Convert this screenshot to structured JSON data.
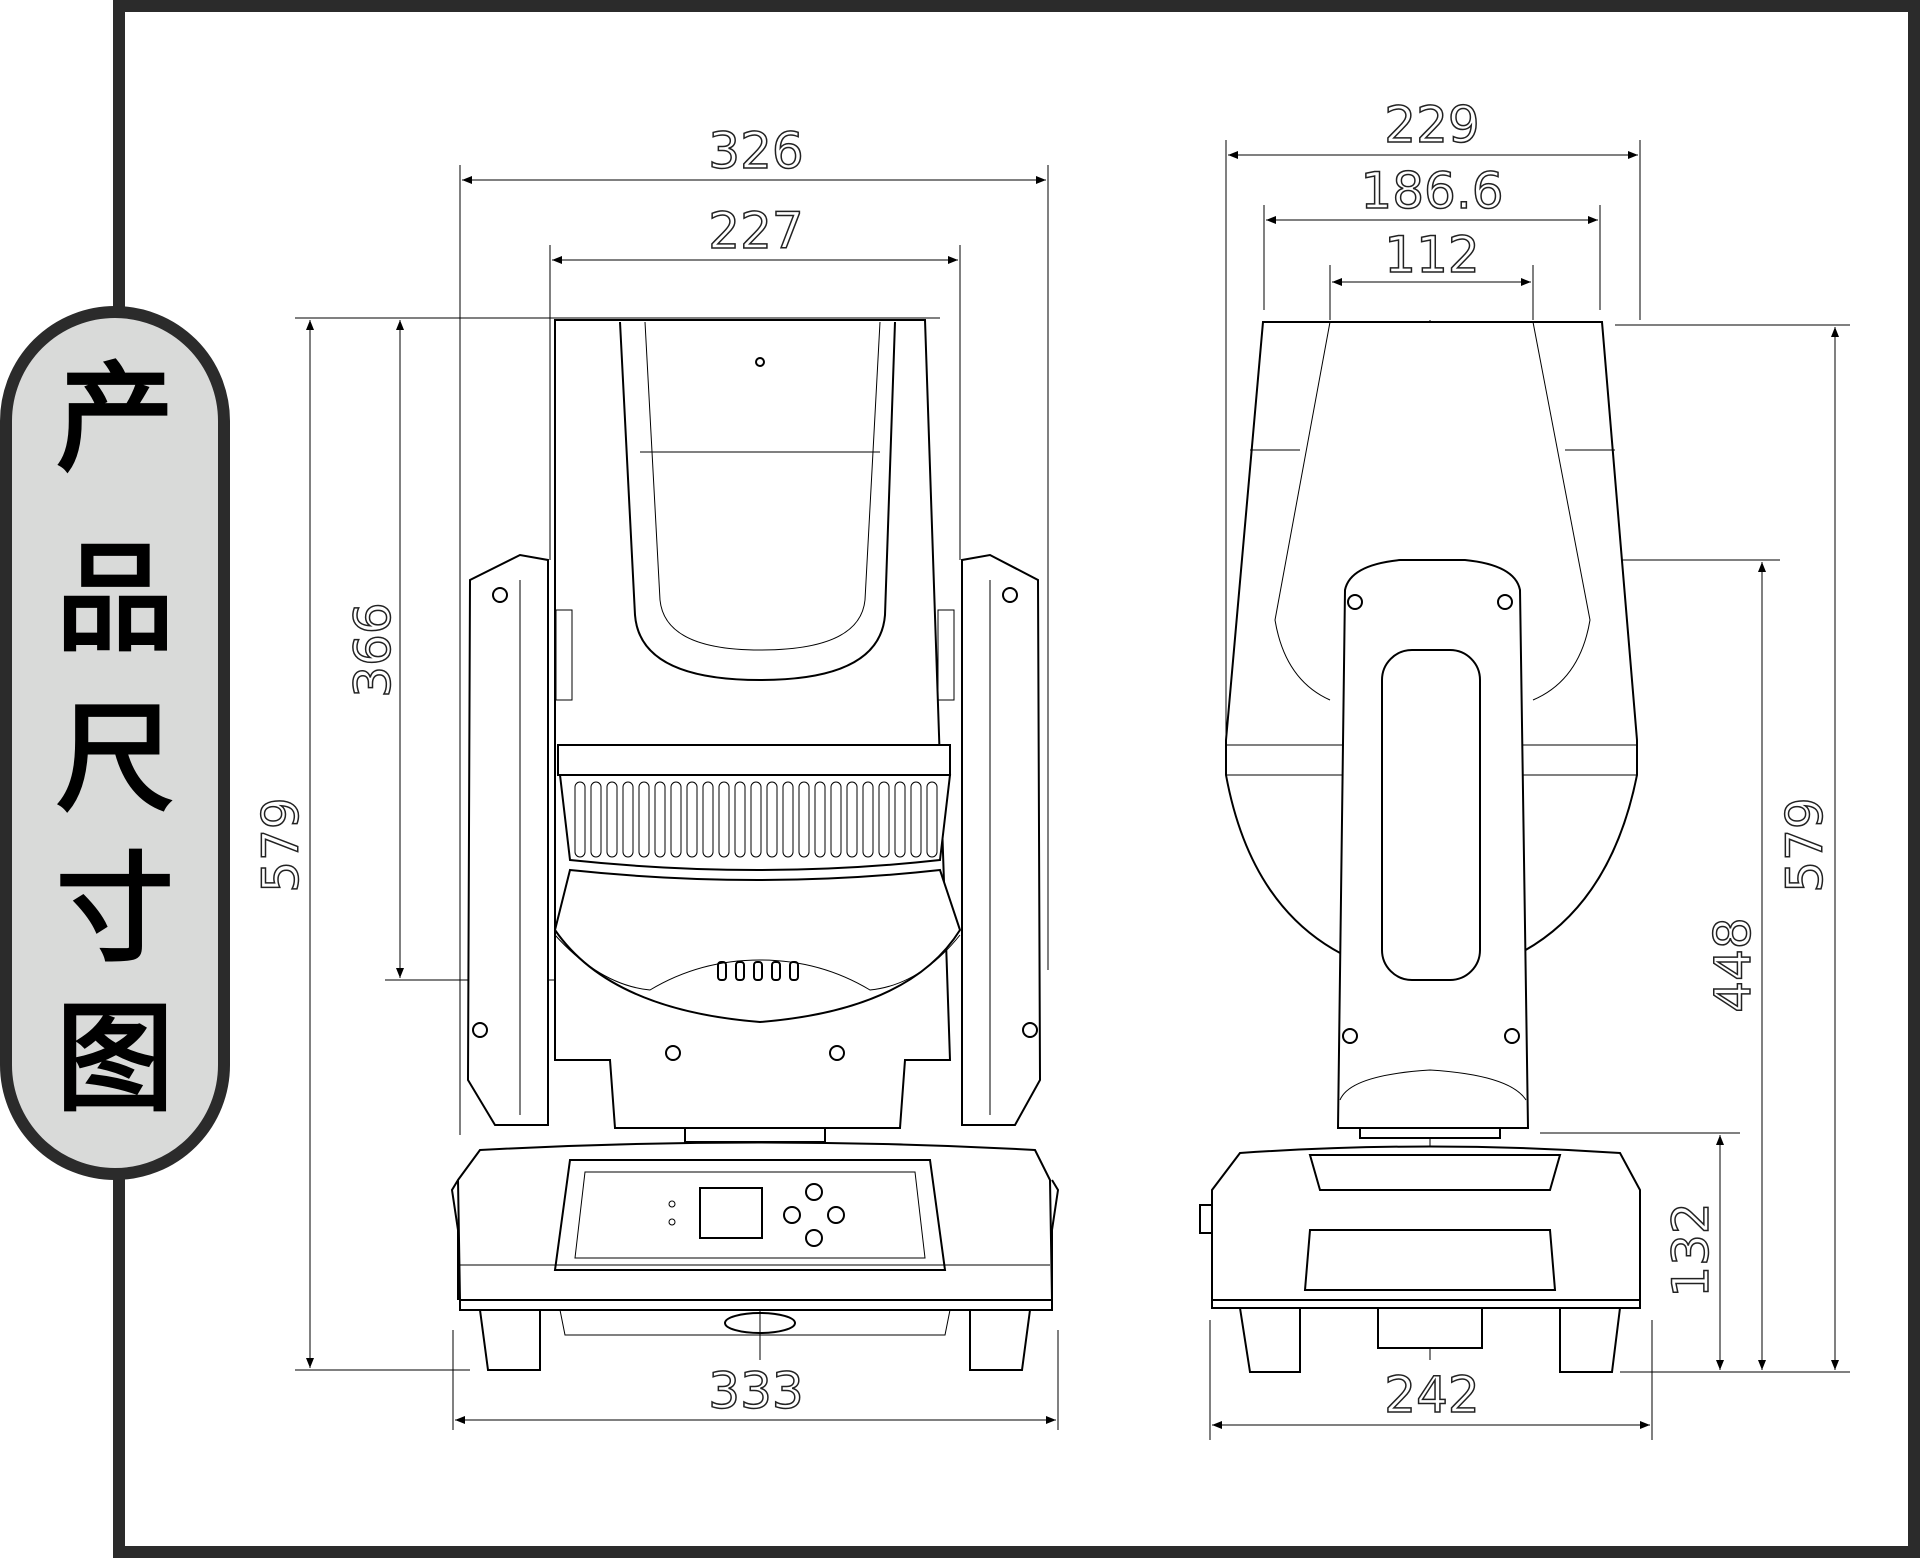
{
  "title": {
    "chars": [
      "产",
      "品",
      "尺",
      "寸",
      "图"
    ]
  },
  "front_view": {
    "width_top": "326",
    "width_head": "227",
    "height_head": "366",
    "height_total": "579",
    "width_base": "333"
  },
  "side_view": {
    "width_top": "229",
    "width_mid": "186.6",
    "width_inner": "112",
    "height_total": "579",
    "height_arm": "448",
    "height_base": "132",
    "width_base": "242"
  },
  "colors": {
    "frame": "#2b2b2b",
    "tab_fill": "#d9dad9",
    "line": "#000000"
  }
}
